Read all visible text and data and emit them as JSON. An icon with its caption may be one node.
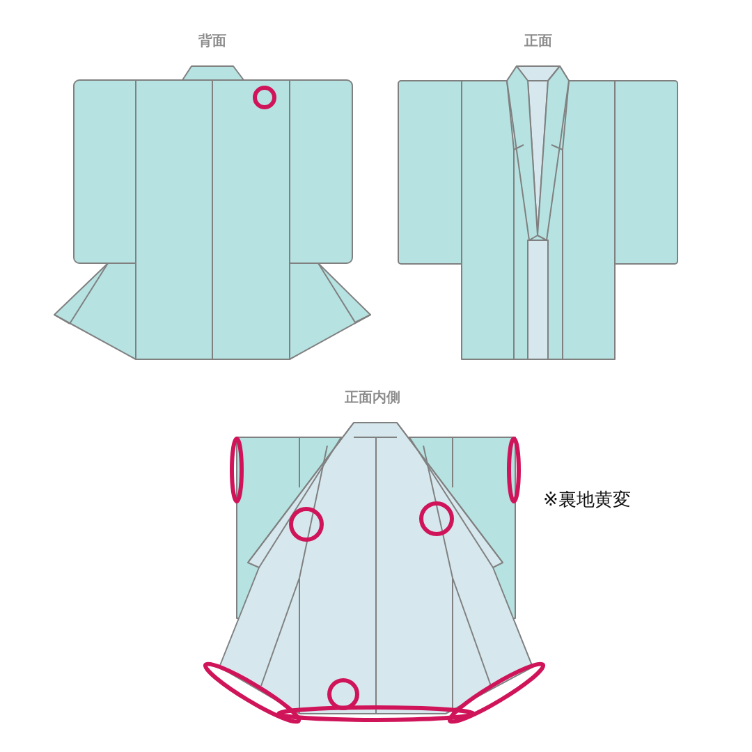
{
  "diagram": {
    "nodes": [
      {
        "text": [
          "背面"
        ]
      },
      {
        "text": [
          "正面"
        ]
      },
      {
        "text": [
          "正面内側"
        ]
      }
    ],
    "labels": [
      "※裏地黄変"
    ]
  }
}
